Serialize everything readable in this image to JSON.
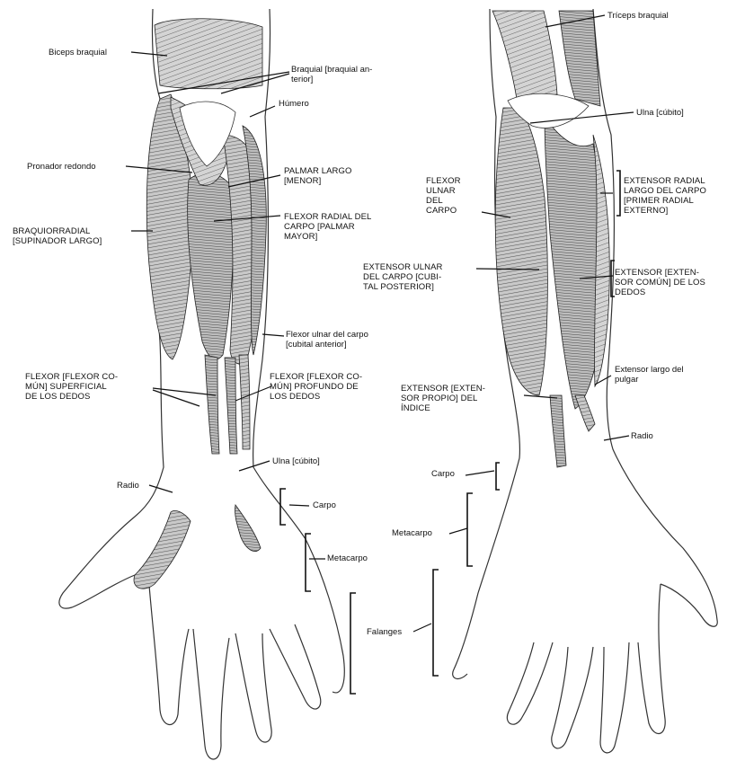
{
  "figure": {
    "left_panel": {
      "labels": [
        {
          "id": "biceps",
          "text": "Biceps braquial"
        },
        {
          "id": "braquial",
          "text": "Braquial [braquial an-\nterior]"
        },
        {
          "id": "humero",
          "text": "Húmero"
        },
        {
          "id": "pronador",
          "text": "Pronador redondo"
        },
        {
          "id": "palmar-largo",
          "text": "PALMAR LARGO\n[MENOR]"
        },
        {
          "id": "flexor-radial",
          "text": "FLEXOR RADIAL DEL\nCARPO [PALMAR\nMAYOR]"
        },
        {
          "id": "braquiorradial",
          "text": "BRAQUIORRADIAL\n[SUPINADOR LARGO]"
        },
        {
          "id": "flexor-ulnar-l",
          "text": "Flexor ulnar del carpo\n[cubital anterior]"
        },
        {
          "id": "flexor-superficial",
          "text": "FLEXOR [FLEXOR CO-\nMÚN] SUPERFICIAL\nDE LOS DEDOS"
        },
        {
          "id": "flexor-profundo",
          "text": "FLEXOR [FLEXOR CO-\nMÚN] PROFUNDO DE\nLOS DEDOS"
        },
        {
          "id": "ulna-l",
          "text": "Ulna [cúbito]"
        },
        {
          "id": "radio-l",
          "text": "Radio"
        },
        {
          "id": "carpo-l",
          "text": "Carpo"
        },
        {
          "id": "metacarpo-l",
          "text": "Metacarpo"
        },
        {
          "id": "falanges",
          "text": "Falanges"
        }
      ]
    },
    "right_panel": {
      "labels": [
        {
          "id": "triceps",
          "text": "Tríceps braquial"
        },
        {
          "id": "ulna-r",
          "text": "Ulna [cúbito]"
        },
        {
          "id": "flexor-ulnar-r",
          "text": "FLEXOR\nULNAR\nDEL\nCARPO"
        },
        {
          "id": "ext-radial",
          "text": "EXTENSOR RADIAL\nLARGO DEL CARPO\n[PRIMER RADIAL\nEXTERNO]"
        },
        {
          "id": "ext-ulnar",
          "text": "EXTENSOR ULNAR\nDEL CARPO [CUBI-\nTAL POSTERIOR]"
        },
        {
          "id": "ext-comun",
          "text": "EXTENSOR [EXTEN-\nSOR COMÚN] DE LOS\nDEDOS"
        },
        {
          "id": "ext-largo-pulgar",
          "text": "Extensor largo del\npulgar"
        },
        {
          "id": "ext-indice",
          "text": "EXTENSOR [EXTEN-\nSOR PROPIO] DEL\nÍNDICE"
        },
        {
          "id": "radio-r",
          "text": "Radio"
        },
        {
          "id": "carpo-r",
          "text": "Carpo"
        },
        {
          "id": "metacarpo-r",
          "text": "Metacarpo"
        }
      ]
    }
  }
}
